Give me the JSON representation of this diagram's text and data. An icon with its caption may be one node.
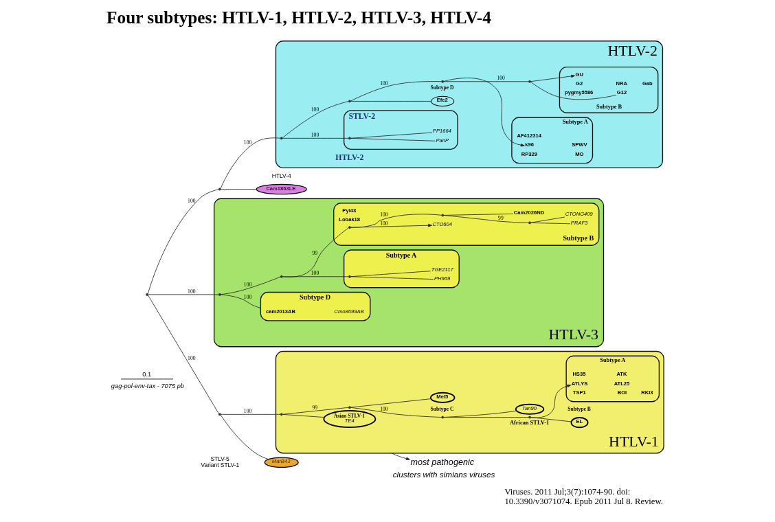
{
  "diagram": {
    "title": "Four subtypes: HTLV-1, HTLV-2, HTLV-3, HTLV-4",
    "caption": "Viruses. 2011 Jul;3(7):1074-90. doi: 10.3390/v3071074. Epub 2011 Jul 8. Review.",
    "nodes": [
      {
        "text": [
          "HTLV-3"
        ]
      },
      {
        "text": [
          "Subtype D"
        ],
        "in": 0
      },
      {
        "text": [
          "cam2013AB"
        ],
        "in": 1
      },
      {
        "text": [
          "Cmo8699AB"
        ],
        "in": 1
      },
      {
        "text": [
          "Subtype A"
        ],
        "in": 0
      },
      {
        "text": [
          "TGE2117"
        ],
        "in": 4
      },
      {
        "text": [
          "PH969"
        ],
        "in": 4
      },
      {
        "text": [],
        "shape": "point",
        "in": 4
      },
      {
        "text": [
          "Subtype B"
        ],
        "in": 0
      },
      {
        "text": [
          "Cam2026ND"
        ],
        "in": 8
      },
      {
        "text": [
          "CTONG409"
        ],
        "in": 8
      },
      {
        "text": [
          "PRAF3"
        ],
        "in": 8
      },
      {
        "text": [
          "Pyl43"
        ],
        "in": 8
      },
      {
        "text": [
          "CTO604"
        ],
        "in": 8
      },
      {
        "text": [
          "Lobak18"
        ],
        "in": 8
      },
      {
        "text": [],
        "shape": "point",
        "in": 8
      },
      {
        "text": [],
        "shape": "point",
        "in": 8
      },
      {
        "text": [],
        "shape": "point",
        "in": 8
      },
      {
        "text": [],
        "shape": "point",
        "in": 0
      },
      {
        "text": [],
        "shape": "point",
        "in": 0
      },
      {
        "text": [
          "Cam1863LE"
        ],
        "beside": [
          "HTLV-4"
        ]
      },
      {
        "text": [
          "HTLV-2"
        ]
      },
      {
        "text": [
          "STLV-2"
        ],
        "in": 21
      },
      {
        "text": [
          "PP1664"
        ],
        "in": 22
      },
      {
        "text": [
          "PanP"
        ],
        "in": 22
      },
      {
        "text": [],
        "shape": "point",
        "in": 22
      },
      {
        "text": [
          "Efe2"
        ],
        "beside": [
          "Subtype D"
        ],
        "in": 21
      },
      {
        "text": [
          "Subtype A"
        ],
        "in": 21
      },
      {
        "text": [
          "AF412314"
        ],
        "in": 27
      },
      {
        "text": [
          "k96"
        ],
        "in": 27
      },
      {
        "text": [
          "SPWV"
        ],
        "in": 27
      },
      {
        "text": [
          "RP329"
        ],
        "in": 27
      },
      {
        "text": [
          "MO"
        ],
        "in": 27
      },
      {
        "text": [
          "Subtype B"
        ],
        "in": 21
      },
      {
        "text": [
          "GU"
        ],
        "in": 33
      },
      {
        "text": [
          "pygmy5586"
        ],
        "in": 33
      },
      {
        "text": [
          "G12"
        ],
        "in": 33
      },
      {
        "text": [
          "G2"
        ],
        "in": 33
      },
      {
        "text": [
          "NRA"
        ],
        "in": 33
      },
      {
        "text": [
          "Gab"
        ],
        "in": 33
      },
      {
        "text": [],
        "shape": "point",
        "in": 21
      },
      {
        "text": [],
        "shape": "point",
        "in": 21
      },
      {
        "text": [],
        "shape": "point",
        "in": 21
      },
      {
        "text": [],
        "shape": "point",
        "in": 21
      },
      {
        "text": [],
        "shape": "point"
      },
      {
        "text": [],
        "shape": "point"
      },
      {
        "text": [],
        "shape": "point"
      },
      {
        "text": [
          "MarB43"
        ],
        "beside": [
          "STLV-5",
          "Variant STLV-1"
        ]
      },
      {
        "text": [
          "HTLV-1"
        ]
      },
      {
        "text": [
          "Asian STLV-1",
          "TE4"
        ],
        "in": 48
      },
      {
        "text": [
          "Mel5"
        ],
        "beside": [
          "Subtype C"
        ],
        "in": 48
      },
      {
        "text": [
          "Tan90"
        ],
        "in": 48
      },
      {
        "text": [
          "EL"
        ],
        "beside": [
          "Subtype B"
        ],
        "in": 48
      },
      {
        "text": [
          "Subtype A"
        ],
        "in": 48
      },
      {
        "text": [
          "HS35"
        ],
        "in": 53
      },
      {
        "text": [
          "ATK"
        ],
        "in": 53
      },
      {
        "text": [
          "ATLYS"
        ],
        "in": 53
      },
      {
        "text": [
          "ATL25"
        ],
        "in": 53
      },
      {
        "text": [
          "TSP1"
        ],
        "in": 53
      },
      {
        "text": [
          "BOI"
        ],
        "in": 53
      },
      {
        "text": [
          "RKI3"
        ],
        "in": 53
      },
      {
        "text": [],
        "shape": "point",
        "in": 48
      },
      {
        "text": [],
        "shape": "point",
        "in": 48
      },
      {
        "text": [],
        "shape": "point",
        "in": 48
      },
      {
        "text": [],
        "shape": "point",
        "in": 48
      },
      {
        "text": [
          "most pathogenic"
        ]
      }
    ],
    "edges": [
      {
        "from": 48,
        "to": 65,
        "arrow": "to"
      },
      {
        "from": 64,
        "to": 56,
        "arrow": "to"
      },
      {
        "from": 64,
        "to": 52,
        "arrow": "none"
      },
      {
        "from": 63,
        "to": 64,
        "arrow": "none"
      },
      {
        "from": 63,
        "to": 51,
        "arrow": "none"
      },
      {
        "from": 62,
        "to": 63,
        "arrow": "none",
        "label": "100"
      },
      {
        "from": 62,
        "to": 50,
        "arrow": "none"
      },
      {
        "from": 61,
        "to": 62,
        "arrow": "none",
        "label": "99"
      },
      {
        "from": 61,
        "to": 49,
        "arrow": "none"
      },
      {
        "from": 46,
        "to": 61,
        "arrow": "none",
        "label": "100"
      },
      {
        "from": 46,
        "to": 47,
        "arrow": "none"
      },
      {
        "from": 44,
        "to": 46,
        "arrow": "none",
        "label": "100"
      },
      {
        "from": 43,
        "to": 36,
        "arrow": "none"
      },
      {
        "from": 43,
        "to": 34,
        "arrow": "to"
      },
      {
        "from": 42,
        "to": 43,
        "arrow": "none",
        "label": "100"
      },
      {
        "from": 42,
        "to": 29,
        "arrow": "to"
      },
      {
        "from": 41,
        "to": 42,
        "arrow": "none",
        "label": "100"
      },
      {
        "from": 41,
        "to": 26,
        "arrow": "none"
      },
      {
        "from": 40,
        "to": 41,
        "arrow": "none",
        "label": "100"
      },
      {
        "from": 25,
        "to": 24,
        "arrow": "none"
      },
      {
        "from": 25,
        "to": 23,
        "arrow": "none"
      },
      {
        "from": 40,
        "to": 25,
        "arrow": "none",
        "label": "100"
      },
      {
        "from": 45,
        "to": 40,
        "arrow": "none",
        "label": "100"
      },
      {
        "from": 45,
        "to": 20,
        "arrow": "none"
      },
      {
        "from": 44,
        "to": 45,
        "arrow": "none",
        "label": "100"
      },
      {
        "from": 15,
        "to": 13,
        "arrow": "to",
        "label": "100"
      },
      {
        "from": 17,
        "to": 11,
        "arrow": "none"
      },
      {
        "from": 17,
        "to": 10,
        "arrow": "none"
      },
      {
        "from": 16,
        "to": 17,
        "arrow": "none",
        "label": "99"
      },
      {
        "from": 16,
        "to": 9,
        "arrow": "none"
      },
      {
        "from": 15,
        "to": 16,
        "arrow": "none",
        "label": "100"
      },
      {
        "from": 19,
        "to": 15,
        "arrow": "none",
        "label": "99"
      },
      {
        "from": 7,
        "to": 6,
        "arrow": "none"
      },
      {
        "from": 7,
        "to": 5,
        "arrow": "none"
      },
      {
        "from": 19,
        "to": 7,
        "arrow": "none",
        "label": "100"
      },
      {
        "from": 18,
        "to": 19,
        "arrow": "none",
        "label": "100"
      },
      {
        "from": 18,
        "to": 1,
        "arrow": "none",
        "label": "100"
      },
      {
        "from": 44,
        "to": 18,
        "arrow": "none",
        "label": "100"
      }
    ],
    "labels": [
      "HTLV-2",
      "African STLV-1",
      "0.1",
      "gag-pol-env-tax - 7075 pb",
      "clusters with simians viruses"
    ]
  }
}
